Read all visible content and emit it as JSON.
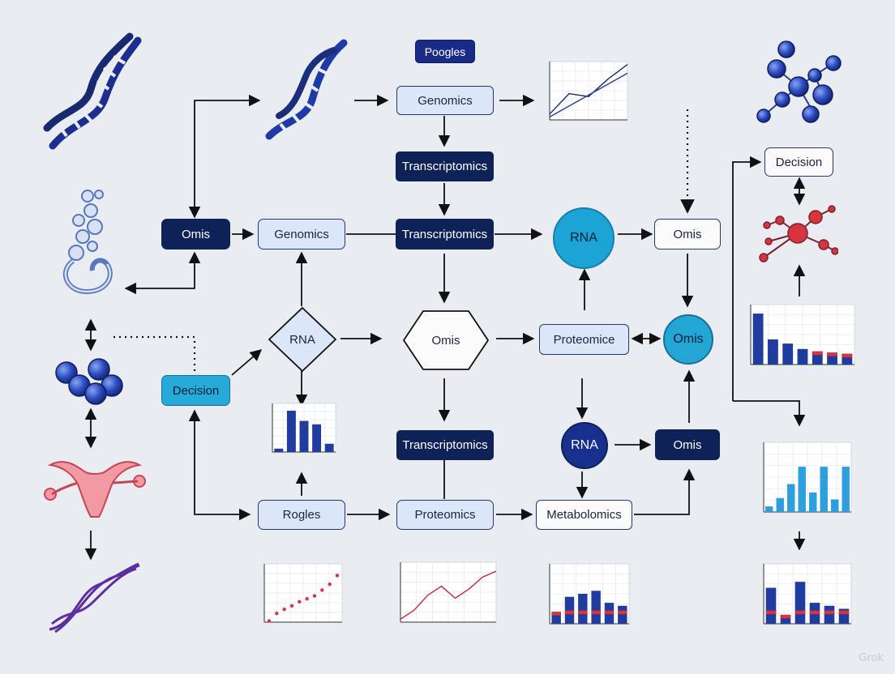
{
  "nodes": {
    "top_title": "Poogles",
    "genomics_top": "Genomics",
    "transcriptomics_top": "Transcriptomics",
    "omis_left": "Omis",
    "genomics_mid": "Genomics",
    "transcriptomics_mid": "Transcriptomics",
    "rna_circle": "RNA",
    "omis_white": "Omis",
    "decision_right": "Decision",
    "decision_left": "Decision",
    "rna_diamond": "RNA",
    "omis_hex": "Omis",
    "proteomice": "Proteomice",
    "omis_circle": "Omis",
    "transcriptomics_low": "Transcriptomics",
    "rna_navy_circle": "RNA",
    "omis_navy": "Omis",
    "rogles": "Rogles",
    "proteomics": "Proteomics",
    "metabolomics": "Metabolomics"
  },
  "colors": {
    "navy": "#0f2258",
    "light_blue": "#dbe6f8",
    "cyan": "#1ca4d5",
    "bar_blue": "#1f3c9e",
    "bar_red": "#d8343f",
    "bar_cyan": "#2d9fdc",
    "line_red": "#c2273a",
    "background": "#e9edf1"
  },
  "icons": [
    "dna-helix-icon",
    "molecule-chain-icon",
    "sphere-cluster-icon",
    "uterus-icon",
    "purple-helix-icon",
    "network-molecule-icon",
    "red-molecule-icon"
  ],
  "watermark": "Grok",
  "chart_data": [
    {
      "type": "line",
      "title": "",
      "series": [
        {
          "values": [
            10,
            45,
            40,
            70,
            95
          ]
        },
        {
          "values": [
            5,
            30,
            55,
            80
          ]
        }
      ]
    },
    {
      "type": "bar",
      "title": "",
      "values": [
        85,
        42,
        35,
        26,
        22,
        20,
        18
      ]
    },
    {
      "type": "bar",
      "title": "",
      "values": [
        7,
        85,
        64,
        57,
        17
      ]
    },
    {
      "type": "bar",
      "title": "",
      "values": [
        8,
        20,
        40,
        65,
        28,
        65,
        18,
        65
      ]
    },
    {
      "type": "scatter",
      "title": "",
      "values": [
        2,
        15,
        22,
        28,
        35,
        40,
        45,
        55,
        65,
        80
      ]
    },
    {
      "type": "line",
      "title": "",
      "series": [
        {
          "values": [
            5,
            20,
            45,
            60,
            40,
            55,
            75,
            85
          ]
        }
      ]
    },
    {
      "type": "bar",
      "title": "",
      "values": [
        20,
        45,
        50,
        55,
        35,
        30
      ]
    },
    {
      "type": "bar",
      "title": "",
      "values": [
        60,
        15,
        70,
        35,
        30,
        25
      ]
    }
  ]
}
